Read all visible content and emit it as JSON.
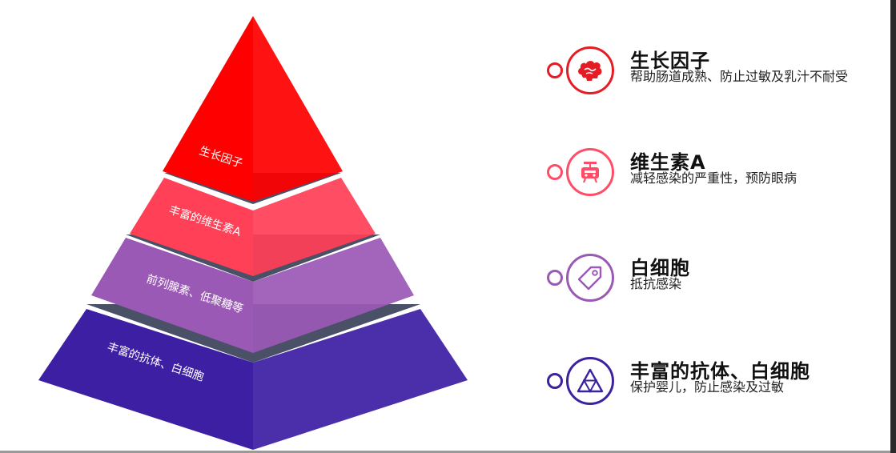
{
  "colors": {
    "layer_red": "#ff0000",
    "layer_pink": "#ff4057",
    "layer_purple": "#9b59b6",
    "layer_indigo": "#3d1fa4",
    "layer_shadow": "#4a5066",
    "ring_red": "#e61c24",
    "ring_pink": "#ff4d68",
    "ring_purple": "#9b59b6",
    "ring_indigo": "#3d22a0"
  },
  "pyramid": {
    "layers": [
      {
        "label": "生长因子"
      },
      {
        "label": "丰富的维生素A"
      },
      {
        "label": "前列腺素、低聚糖等"
      },
      {
        "label": "丰富的抗体、白细胞"
      }
    ]
  },
  "legend": {
    "items": [
      {
        "title": "生长因子",
        "desc": "帮助肠道成熟、防止过敏及乳汁不耐受",
        "icon": "brain-icon"
      },
      {
        "title": "维生素A",
        "desc": "减轻感染的严重性，预防眼病",
        "icon": "robot-icon"
      },
      {
        "title": "白细胞",
        "desc": "抵抗感染",
        "icon": "tag-icon"
      },
      {
        "title": "丰富的抗体、白细胞",
        "desc": "保护婴儿，防止感染及过敏",
        "icon": "triangle-icon"
      }
    ]
  }
}
